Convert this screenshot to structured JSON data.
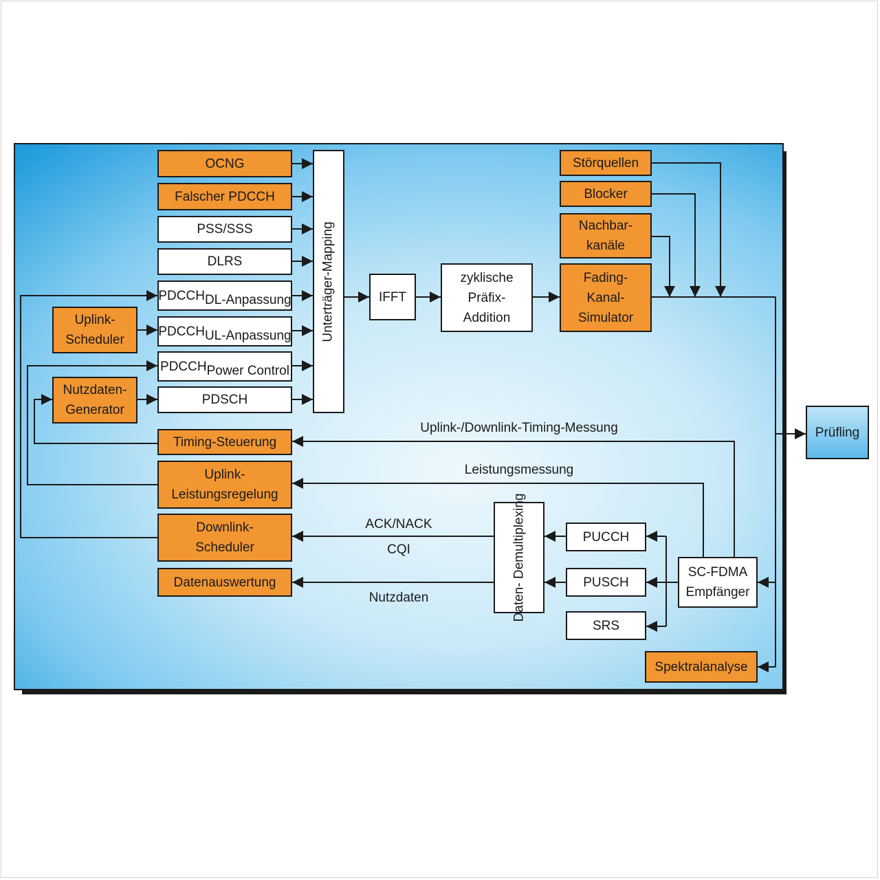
{
  "blocks": {
    "ocng": "OCNG",
    "falscher_pdcch": "Falscher PDCCH",
    "pss_sss": "PSS/SSS",
    "dlrs": "DLRS",
    "pdcch_prefix": "PDCCH",
    "pdcch_dl_sub": "DL-Anpassung",
    "pdcch_ul_sub": "UL-Anpassung",
    "pdcch_pc_sub": "Power Control",
    "pdsch": "PDSCH",
    "uplink_scheduler": "Uplink-\nScheduler",
    "nutzdaten_generator": "Nutzdaten-\nGenerator",
    "unterträger_mapping": "Unterträger-Mapping",
    "ifft": "IFFT",
    "zyklische": "zyklische\nPräfix-\nAddition",
    "störquellen": "Störquellen",
    "blocker": "Blocker",
    "nachbarkanäle": "Nachbar-\nkanäle",
    "fading": "Fading-\nKanal-\nSimulator",
    "prüfling": "Prüfling",
    "timing_steuerung": "Timing-Steuerung",
    "uplink_leistungsregelung": "Uplink-\nLeistungsregelung",
    "downlink_scheduler": "Downlink-\nScheduler",
    "datenauswertung": "Datenauswertung",
    "daten_demux": "Daten-\nDemultiplexing",
    "pucch": "PUCCH",
    "pusch": "PUSCH",
    "srs": "SRS",
    "sc_fdma": "SC-FDMA\nEmpfänger",
    "spektralanalyse": "Spektralanalyse"
  },
  "labels": {
    "timing_messung": "Uplink-/Downlink-Timing-Messung",
    "leistungsmessung": "Leistungsmessung",
    "ack_nack": "ACK/NACK",
    "cqi": "CQI",
    "nutzdaten": "Nutzdaten"
  },
  "colors": {
    "orange": "#f29631",
    "panel_blue": "#1d9bdc",
    "line": "#1a1a1a"
  }
}
